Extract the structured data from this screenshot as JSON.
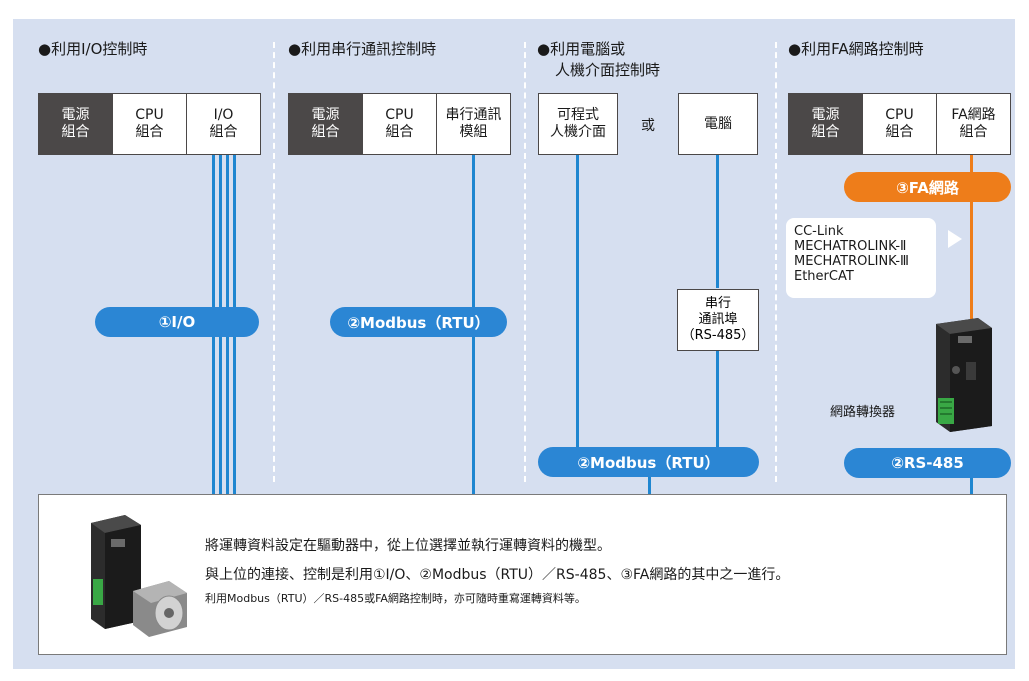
{
  "columns": [
    {
      "heading": "●利用I/O控制時",
      "modules": [
        "電源\n組合",
        "CPU\n組合",
        "I/O\n組合"
      ],
      "pill": "①I/O"
    },
    {
      "heading": "●利用串行通訊控制時",
      "modules": [
        "電源\n組合",
        "CPU\n組合",
        "串行通訊\n模組"
      ],
      "pill": "②Modbus（RTU）"
    },
    {
      "heading_line1": "●利用電腦或",
      "heading_line2": "人機介面控制時",
      "devices": [
        "可程式\n人機介面",
        "電腦"
      ],
      "or_text": "或",
      "port_box": "串行\n通訊埠\n（RS-485）",
      "pill": "②Modbus（RTU）"
    },
    {
      "heading": "●利用FA網路控制時",
      "modules": [
        "電源\n組合",
        "CPU\n組合",
        "FA網路\n組合"
      ],
      "network_pill": "③FA網路",
      "networks": [
        "CC-Link",
        "MECHATROLINK-Ⅱ",
        "MECHATROLINK-Ⅲ",
        "EtherCAT"
      ],
      "converter_label": "網路轉換器",
      "pill": "②RS-485"
    }
  ],
  "footer": {
    "line1": "將運轉資料設定在驅動器中，從上位選擇並執行運轉資料的機型。",
    "line2": "與上位的連接、控制是利用①I/O、②Modbus（RTU）／RS-485、③FA網路的其中之一進行。",
    "line3": "利用Modbus（RTU）／RS-485或FA網路控制時，亦可隨時重寫運轉資料等。"
  },
  "colors": {
    "background": "#d6dff0",
    "module_dark": "#4b4848",
    "line_blue": "#1f86d0",
    "pill_blue": "#2b86d4",
    "pill_orange": "#ee7d1a"
  },
  "icons": {
    "converter": "network-converter-image",
    "driver": "driver-and-motor-image"
  }
}
